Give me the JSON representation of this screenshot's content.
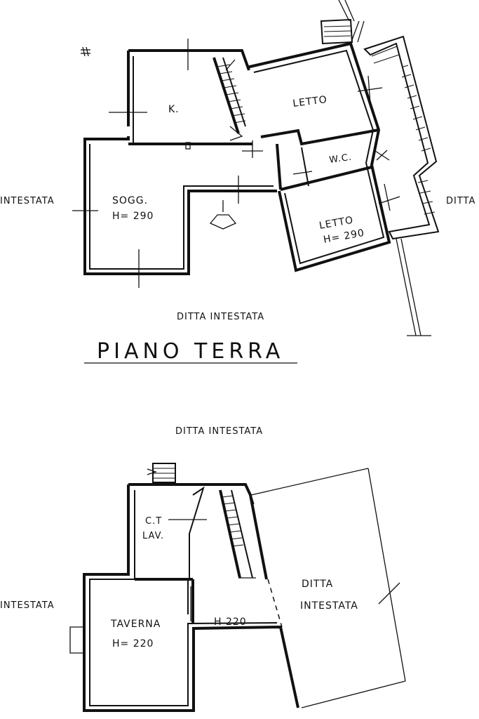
{
  "ground_floor": {
    "title": "PIANO  TERRA",
    "rooms": {
      "kitchen": "K.",
      "bedroom_top": "LETTO",
      "wc": "W.C.",
      "living_name": "SOGG.",
      "living_height": "H= 290",
      "bedroom_bottom_name": "LETTO",
      "bedroom_bottom_height": "H= 290"
    },
    "neighbours": {
      "left": "INTESTATA",
      "right": "DITTA",
      "bottom": "DITTA  INTESTATA"
    }
  },
  "basement": {
    "top_label": "DITTA  INTESTATA",
    "rooms": {
      "boiler_line1": "C.T",
      "boiler_line2": "LAV.",
      "taverna_name": "TAVERNA",
      "taverna_height": "H= 220",
      "corridor_height": "H  220"
    },
    "neighbours": {
      "left": "INTESTATA",
      "right_line1": "DITTA",
      "right_line2": "INTESTATA"
    }
  },
  "icons": {
    "north": "north-arrow-icon",
    "light": "ceiling-lamp-icon"
  }
}
